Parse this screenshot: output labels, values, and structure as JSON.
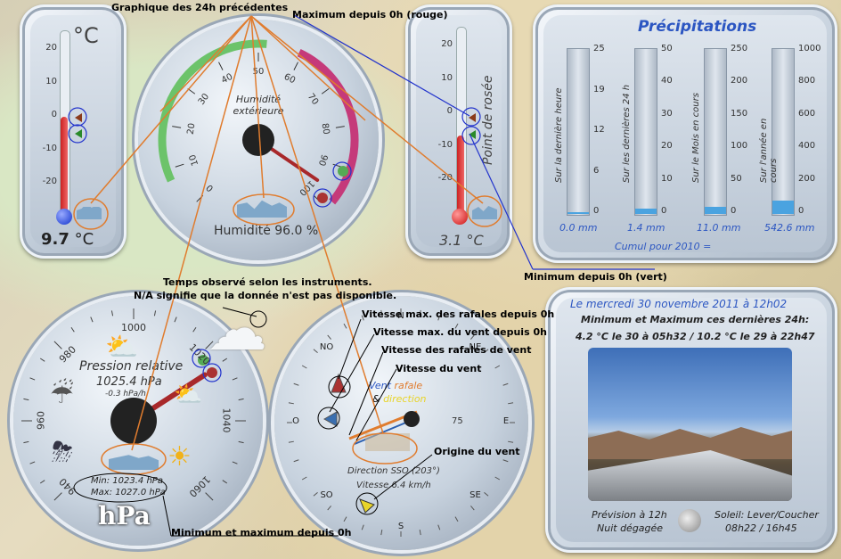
{
  "annotations": {
    "graph_24h": "Graphique des 24h précédentes",
    "max_red": "Maximum depuis 0h (rouge)",
    "min_green": "Minimum depuis 0h (vert)",
    "weather_line1": "Temps observé selon les instruments.",
    "weather_line2": "N/A signifie que la donnée n'est pas disponible.",
    "gust_max": "Vitesse max. des rafales depuis 0h",
    "wind_max": "Vitesse max. du vent depuis 0h",
    "gust_speed": "Vitesse des rafales de vent",
    "wind_speed": "Vitesse du vent",
    "wind_origin": "Origine du vent",
    "min_max_0h": "Minimum et maximum depuis 0h"
  },
  "thermometer_temp": {
    "unit": "°C",
    "ticks": [
      "20",
      "10",
      "0",
      "-10",
      "-20"
    ],
    "value": "9.7",
    "value_unit": "°C",
    "fill_fraction": 0.54
  },
  "humidity": {
    "title_line1": "Humidité",
    "title_line2": "extérieure",
    "ticks": [
      "0",
      "10",
      "20",
      "30",
      "40",
      "50",
      "60",
      "70",
      "80",
      "90",
      "100"
    ],
    "readout": "Humidité 96.0 %",
    "value": 96
  },
  "dewpoint": {
    "label": "Point de rosée",
    "ticks": [
      "20",
      "10",
      "0",
      "-10",
      "-20"
    ],
    "value": "3.1",
    "value_unit": "°C",
    "fill_fraction": 0.42
  },
  "precip": {
    "title": "Précipitations",
    "columns": [
      {
        "label": "Sur la dernière heure",
        "ticks": [
          "25",
          "19",
          "12",
          "6",
          "0"
        ],
        "value": "0.0 mm",
        "fill": 0.0
      },
      {
        "label": "Sur les dernières 24 h",
        "ticks": [
          "50",
          "40",
          "30",
          "20",
          "10",
          "0"
        ],
        "value": "1.4 mm",
        "fill": 0.03
      },
      {
        "label": "Sur le Mois en cours",
        "ticks": [
          "250",
          "200",
          "150",
          "100",
          "50",
          "0"
        ],
        "value": "11.0 mm",
        "fill": 0.045
      },
      {
        "label": "Sur l'année en cours",
        "ticks": [
          "1000",
          "800",
          "600",
          "400",
          "200",
          "0"
        ],
        "value": "542.6 mm",
        "fill": 0.08
      }
    ],
    "cumul": "Cumul pour 2010 ="
  },
  "pressure": {
    "ticks": [
      "940",
      "960",
      "980",
      "1000",
      "1020",
      "1040",
      "1060"
    ],
    "title": "Pression relative",
    "value": "1025.4 hPa",
    "trend": "-0.3 hPa/h",
    "min": "Min: 1023.4 hPa",
    "max": "Max: 1027.0 hPa",
    "unit": "hPa",
    "needle_value": 1025.4
  },
  "wind": {
    "directions": [
      "N",
      "NE",
      "E",
      "SE",
      "S",
      "SO",
      "O",
      "NO"
    ],
    "legend_vent": "Vent",
    "legend_rafale": "rafale",
    "legend_and": "&",
    "legend_direction": "direction",
    "scale_mark": "75",
    "direction_text": "Direction SSO (203°)",
    "speed_text": "Vitesse 6.4 km/h",
    "direction_deg": 203
  },
  "info": {
    "date": "Le mercredi 30 novembre 2011 à 12h02",
    "minmax_title": "Minimum et Maximum ces dernières 24h:",
    "minmax_values": "4.2 °C le 30 à 05h32 / 10.2 °C le 29 à 22h47",
    "forecast_line1": "Prévision à 12h",
    "forecast_line2": "Nuit dégagée",
    "sun_line1": "Soleil: Lever/Coucher",
    "sun_line2": "08h22 / 16h45"
  }
}
